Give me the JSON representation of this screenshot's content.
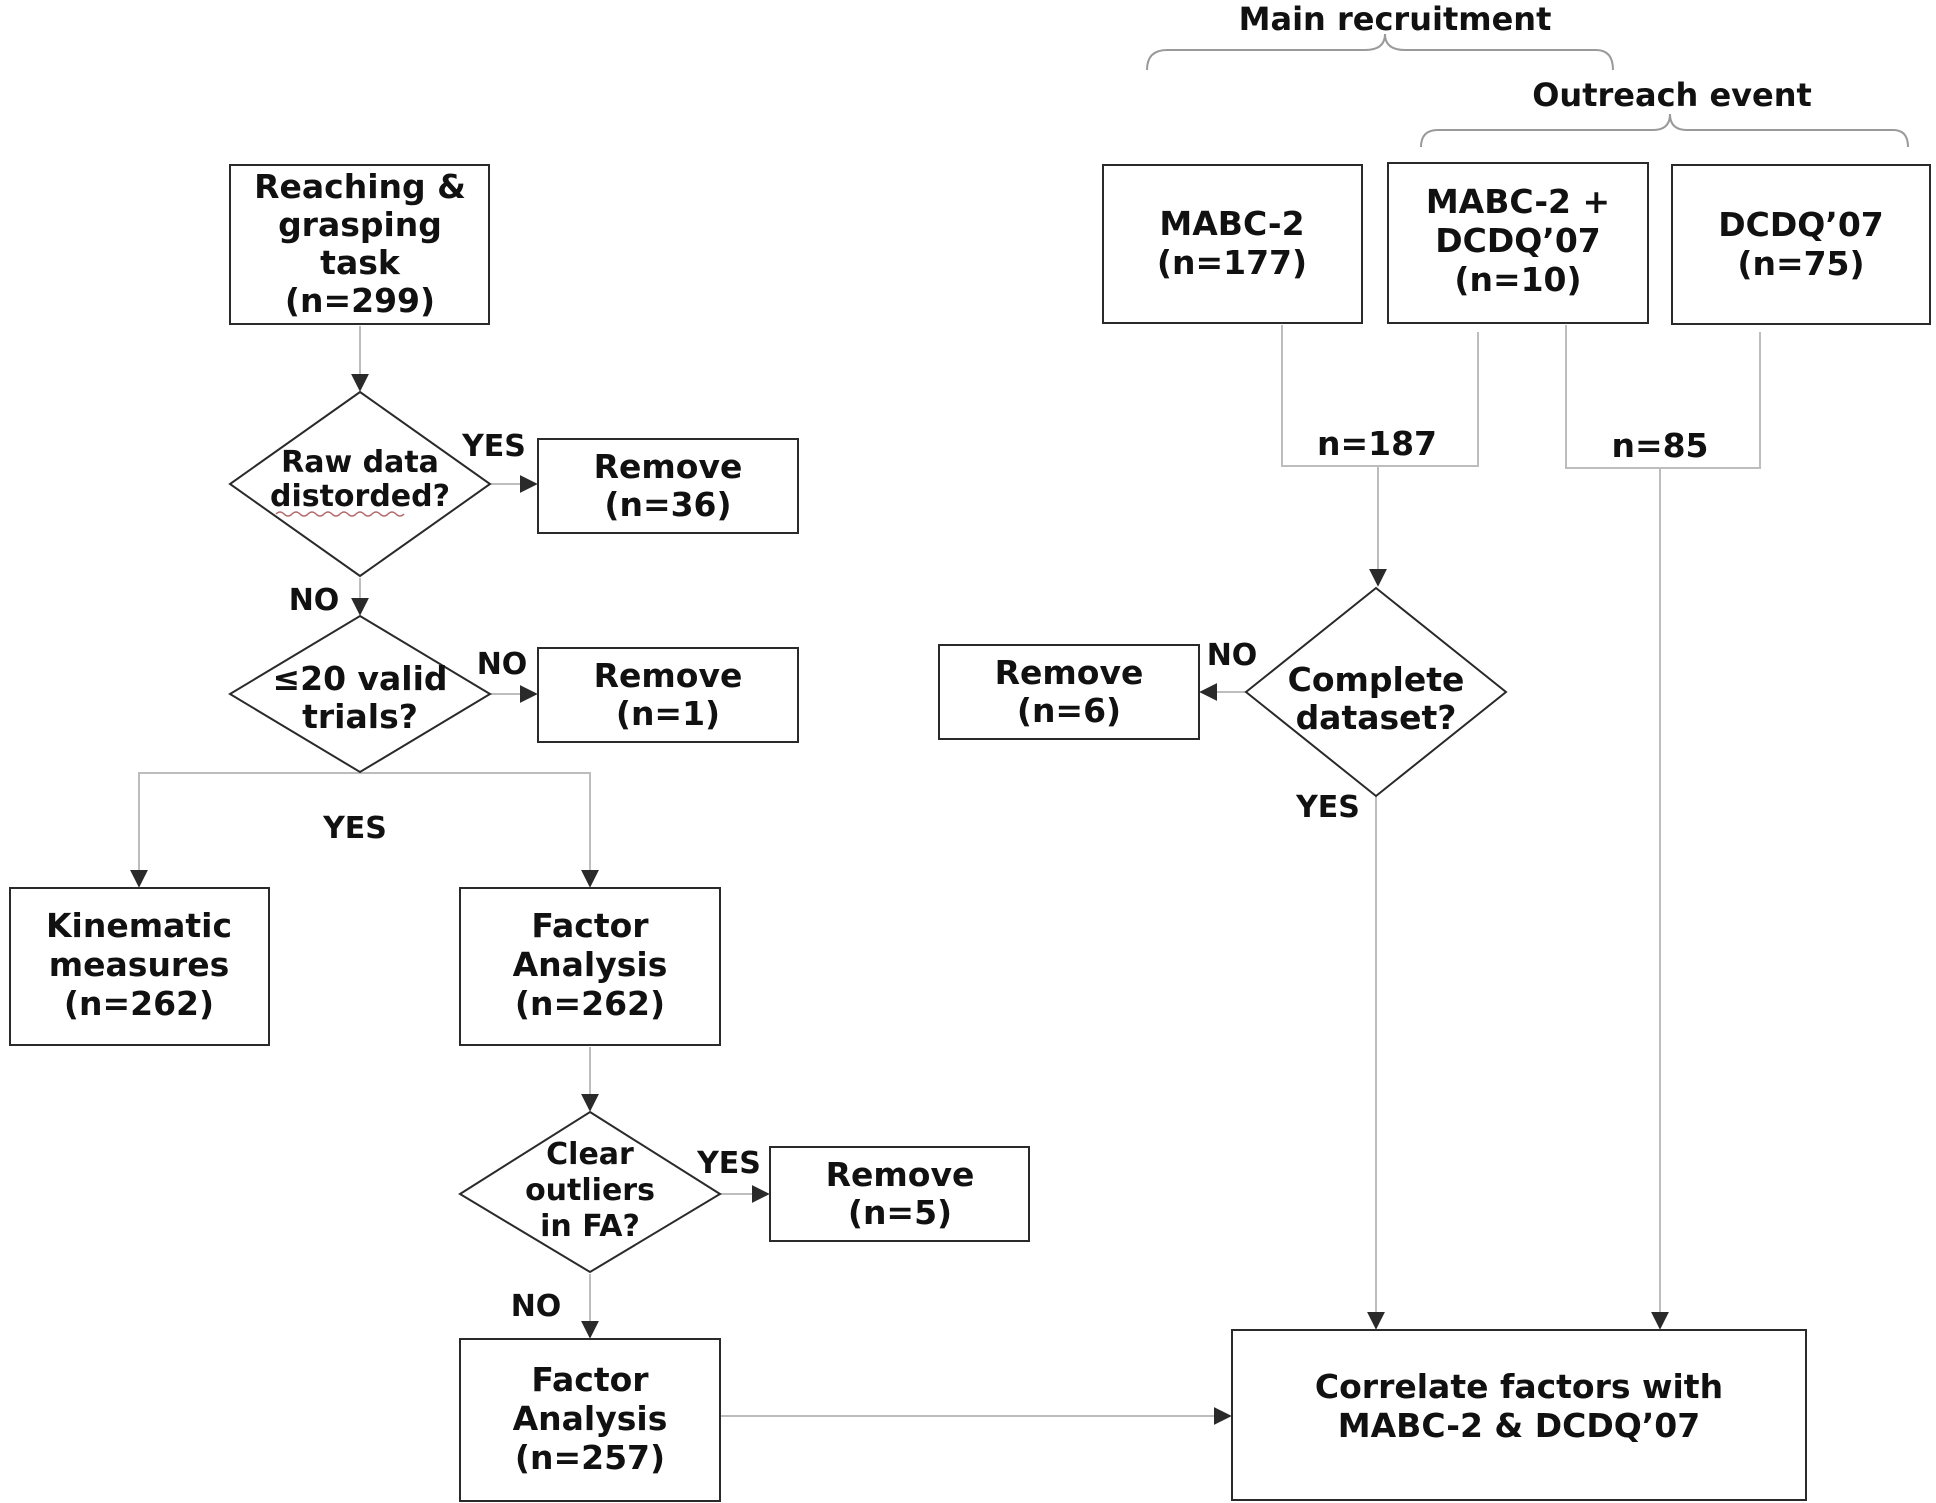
{
  "headers": {
    "main_recruitment": "Main recruitment",
    "outreach_event": "Outreach event"
  },
  "nodes": {
    "reaching_task": [
      "Reaching &",
      "grasping",
      "task",
      "(n=299)"
    ],
    "raw_data_q": [
      "Raw data",
      "distorded?"
    ],
    "remove_36": [
      "Remove",
      "(n=36)"
    ],
    "valid_trials_q": [
      "≤20 valid",
      "trials?"
    ],
    "remove_1": [
      "Remove",
      "(n=1)"
    ],
    "kinematic": [
      "Kinematic",
      "measures",
      "(n=262)"
    ],
    "factor_262": [
      "Factor",
      "Analysis",
      "(n=262)"
    ],
    "outliers_q": [
      "Clear",
      "outliers",
      "in FA?"
    ],
    "remove_5": [
      "Remove",
      "(n=5)"
    ],
    "factor_257": [
      "Factor",
      "Analysis",
      "(n=257)"
    ],
    "mabc2": [
      "MABC-2",
      "(n=177)"
    ],
    "mabc2_dcdq": [
      "MABC-2 +",
      "DCDQ’07",
      "(n=10)"
    ],
    "dcdq": [
      "DCDQ’07",
      "(n=75)"
    ],
    "complete_q": [
      "Complete",
      "dataset?"
    ],
    "remove_6": [
      "Remove",
      "(n=6)"
    ],
    "correlate": [
      "Correlate factors with",
      "MABC-2 & DCDQ’07"
    ]
  },
  "edge_labels": {
    "raw_yes": "YES",
    "raw_no": "NO",
    "valid_no": "NO",
    "valid_yes": "YES",
    "outliers_yes": "YES",
    "outliers_no": "NO",
    "complete_no": "NO",
    "complete_yes": "YES",
    "n187": "n=187",
    "n85": "n=85"
  }
}
